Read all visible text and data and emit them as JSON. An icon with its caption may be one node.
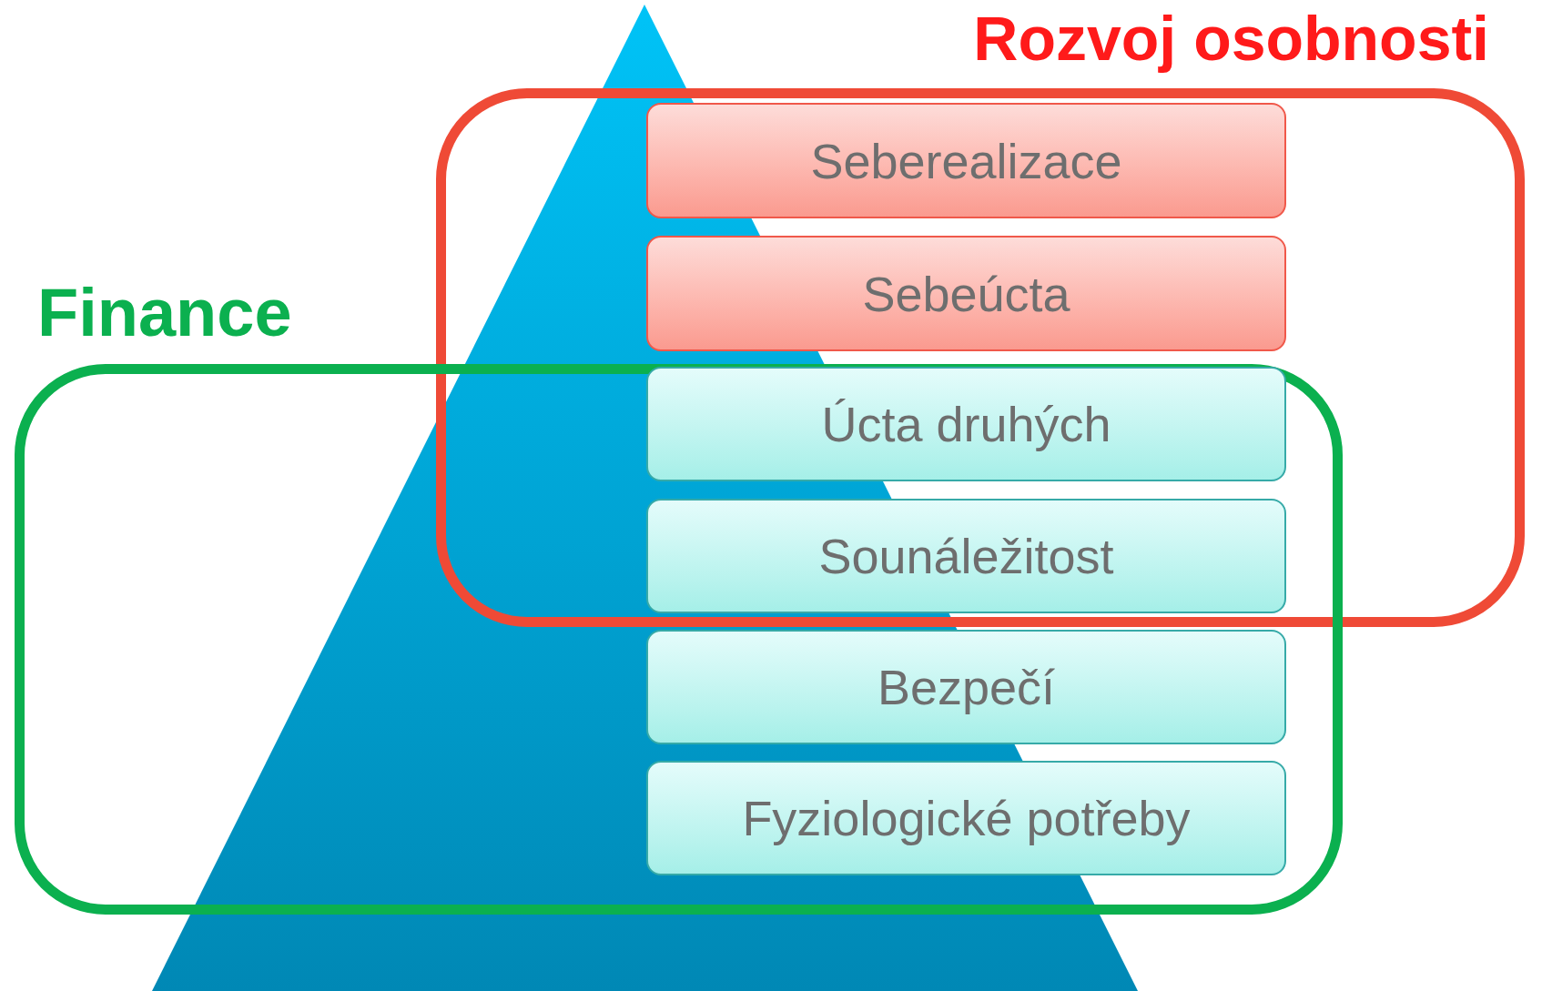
{
  "diagram": {
    "nodes": [
      {
        "text": [
          "Rozvoj osobnosti"
        ]
      },
      {
        "text": [
          "Seberealizace"
        ],
        "in": 0
      },
      {
        "text": [
          "Sebeúcta"
        ],
        "in": 0
      },
      {
        "text": [
          "Finance"
        ]
      },
      {
        "text": [
          "Úcta druhých"
        ]
      },
      {
        "text": [
          "Sounáležitost"
        ]
      },
      {
        "text": [
          "Bezpečí"
        ],
        "in": 3
      },
      {
        "text": [
          "Fyziologické potřeby"
        ],
        "in": 3
      }
    ]
  }
}
